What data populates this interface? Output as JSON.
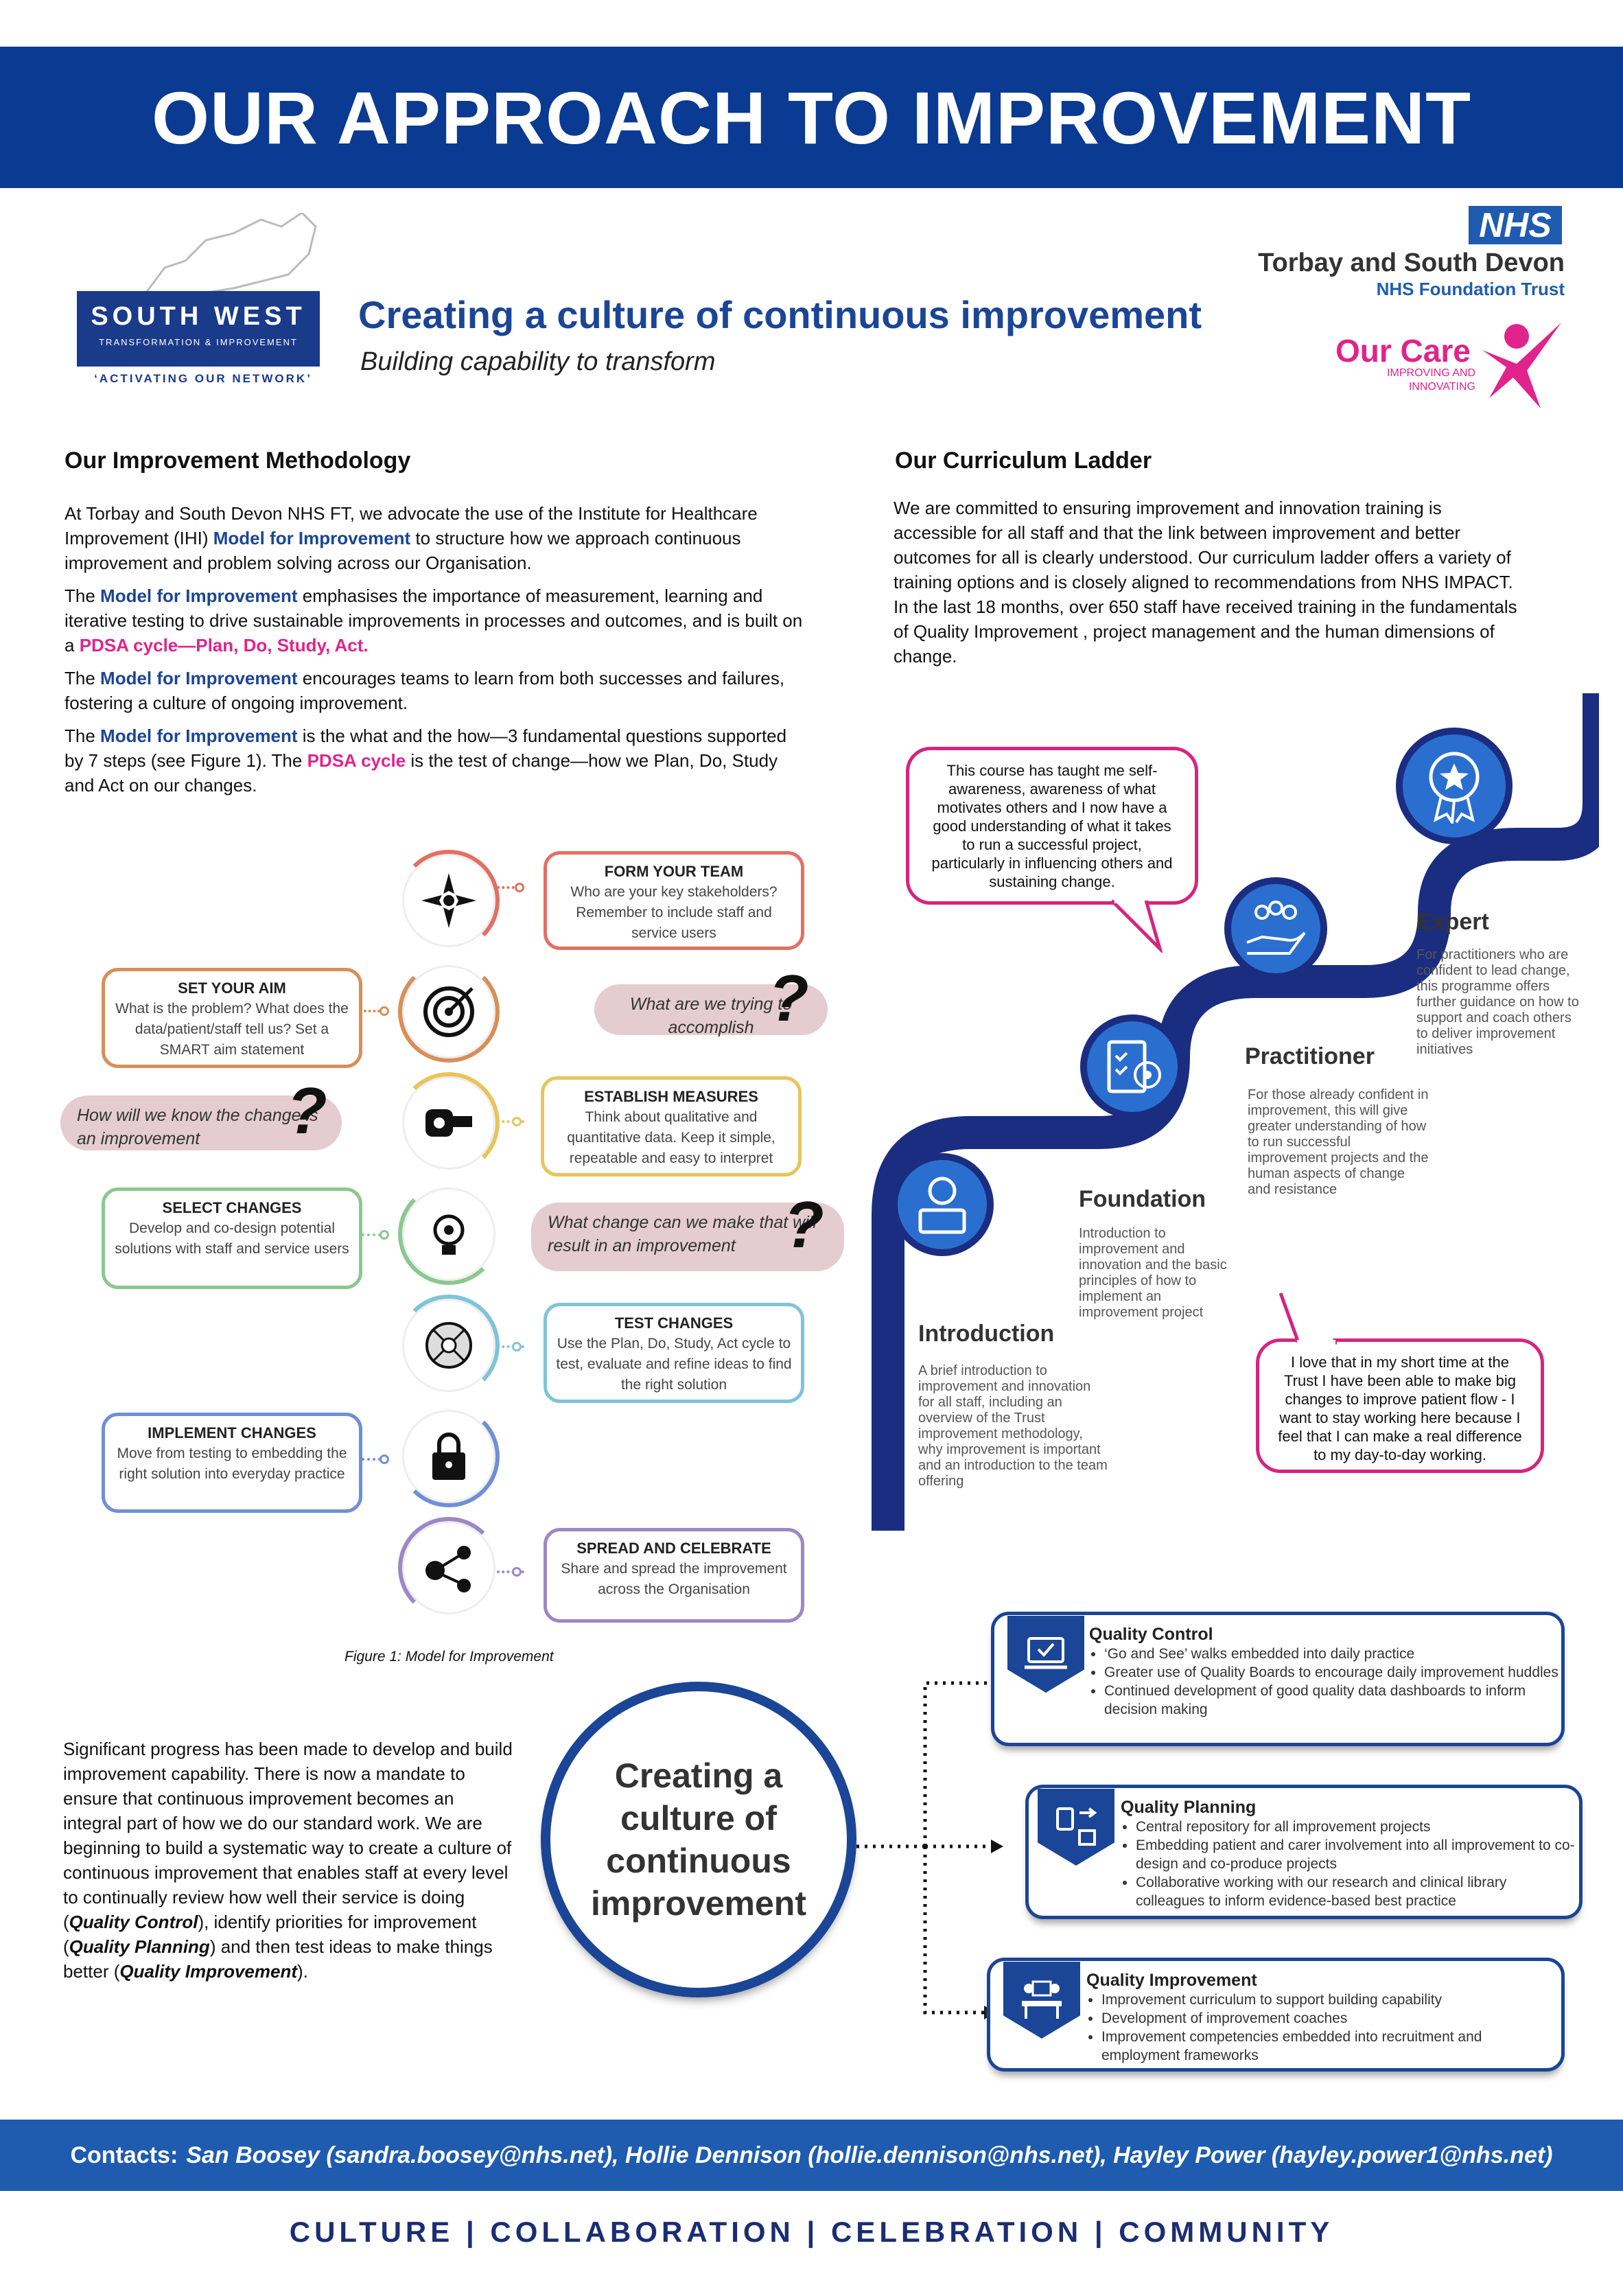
{
  "header": {
    "title": "OUR APPROACH TO IMPROVEMENT"
  },
  "logos": {
    "southwest_line1": "SOUTH WEST",
    "southwest_line2": "TRANSFORMATION & IMPROVEMENT",
    "southwest_tagline": "‘ACTIVATING OUR NETWORK’",
    "nhs": "NHS",
    "trust_name": "Torbay and South Devon",
    "trust_sub": "NHS Foundation Trust",
    "ourcare": "Our Care",
    "ourcare_sub": "IMPROVING AND INNOVATING"
  },
  "intro": {
    "headline": "Creating a culture of continuous improvement",
    "subline": "Building capability to transform"
  },
  "methodology": {
    "heading": "Our Improvement Methodology",
    "p1_a": "At Torbay and South Devon NHS FT, we advocate the use of the Institute for Healthcare Improvement (IHI) ",
    "p1_b": "Model for Improvement",
    "p1_c": " to structure how we approach continuous improvement and problem solving across our Organisation.",
    "p2_a": "The ",
    "p2_b": "Model for Improvement",
    "p2_c": " emphasises the importance of measurement, learning and iterative testing to drive sustainable improvements in processes and outcomes, and is built on a ",
    "p2_d": "PDSA cycle—Plan, Do, Study, Act.",
    "p3_a": "The ",
    "p3_b": "Model for Improvement",
    "p3_c": " encourages teams to learn from both successes and failures, fostering a culture of ongoing improvement.",
    "p4_a": "The ",
    "p4_b": "Model for Improvement",
    "p4_c": " is the what and the how—3 fundamental questions supported by 7 steps (see Figure 1). The ",
    "p4_d": "PDSA cycle",
    "p4_e": " is the test of change—how we Plan, Do, Study and Act on our changes."
  },
  "figure": {
    "caption": "Figure 1: Model for Improvement",
    "form_team": {
      "title": "FORM YOUR TEAM",
      "text": "Who are your key stakeholders? Remember to include staff and service users"
    },
    "set_aim": {
      "title": "SET YOUR AIM",
      "text": "What is the problem? What does the data/patient/staff tell us? Set a SMART aim statement"
    },
    "q1": "What are we trying to accomplish",
    "q2": "How will we know the change is an improvement",
    "establish": {
      "title": "ESTABLISH MEASURES",
      "text": "Think about qualitative and quantitative data. Keep it simple, repeatable and easy to interpret"
    },
    "select": {
      "title": "SELECT CHANGES",
      "text": "Develop and co-design potential solutions with staff and service users"
    },
    "q3": "What change can we make that will result in an improvement",
    "test": {
      "title": "TEST CHANGES",
      "text": "Use the Plan, Do, Study, Act cycle to test, evaluate and refine ideas to find the right solution"
    },
    "implement": {
      "title": "IMPLEMENT CHANGES",
      "text": "Move from testing to embedding the right solution into everyday practice"
    },
    "spread": {
      "title": "SPREAD AND CELEBRATE",
      "text": "Share and spread the improvement across the Organisation"
    }
  },
  "progress": {
    "a": "Significant progress has been made to develop and build improvement capability. There is now a mandate to ensure that continuous improvement becomes an integral part of how we do our standard work. We are beginning to build a systematic way to create a culture of continuous improvement that enables staff at every level to continually review how well their service is doing (",
    "qc": "Quality Control",
    "b": "), identify priorities for improvement (",
    "qp": "Quality Planning",
    "c": ") and then test ideas to make things better (",
    "qi": "Quality Improvement",
    "d": ")."
  },
  "curriculum": {
    "heading": "Our Curriculum Ladder",
    "text": "We are committed to ensuring improvement and innovation training is accessible for all staff and that the link between improvement and better outcomes for all is clearly understood. Our curriculum ladder offers a variety of training options and is closely aligned to recommendations from NHS IMPACT. In the last 18 months, over 650 staff have received training in the fundamentals of Quality Improvement , project management and the human dimensions of change.",
    "quote1": "This course has taught me self-awareness, awareness of what motivates others and I now have a good understanding of what it takes to run a successful project, particularly in influencing others and sustaining change.",
    "quote2": "I love that in my short time at the Trust I have been able to make big changes to improve patient flow - I want to stay working here because I feel that I can make a real difference to my day-to-day working.",
    "levels": {
      "expert": {
        "title": "Expert",
        "text": "For practitioners who are confident to lead change, this programme offers further guidance on how to support and coach others to deliver improvement initiatives"
      },
      "practitioner": {
        "title": "Practitioner",
        "text": "For those already confident in improvement, this will give greater understanding of how to run successful improvement projects and the human aspects of change and resistance"
      },
      "foundation": {
        "title": "Foundation",
        "text": "Introduction to improvement and innovation and the basic principles of how to implement an improvement project"
      },
      "introduction": {
        "title": "Introduction",
        "text": "A brief introduction to improvement and innovation for all staff, including an overview of the Trust improvement methodology, why improvement is important and an introduction to the team offering"
      }
    }
  },
  "culture": {
    "circle_text": "Creating a culture of continuous improvement",
    "qc": {
      "title": "Quality Control",
      "items": [
        "‘Go and See’ walks embedded into daily practice",
        "Greater use of Quality Boards to encourage daily improvement huddles",
        "Continued development of good quality data dashboards to inform decision making"
      ]
    },
    "qp": {
      "title": "Quality Planning",
      "items": [
        "Central repository for all improvement projects",
        "Embedding patient and carer involvement into all improvement to co-design and co-produce projects",
        "Collaborative working with our research and clinical library colleagues to inform evidence-based best practice"
      ]
    },
    "qi": {
      "title": "Quality Improvement",
      "items": [
        "Improvement curriculum to support building capability",
        "Development of improvement coaches",
        "Improvement competencies embedded into recruitment and employment frameworks"
      ]
    }
  },
  "contacts": {
    "label": "Contacts:",
    "value": "San Boosey (sandra.boosey@nhs.net), Hollie Dennison (hollie.dennison@nhs.net), Hayley Power (hayley.power1@nhs.net)"
  },
  "footer": {
    "text": "CULTURE | COLLABORATION | CELEBRATION | COMMUNITY"
  },
  "colors": {
    "navy": "#0a3a91",
    "blue": "#1b4596",
    "pink": "#e0248c",
    "nhs_blue": "#1f5cb0"
  }
}
